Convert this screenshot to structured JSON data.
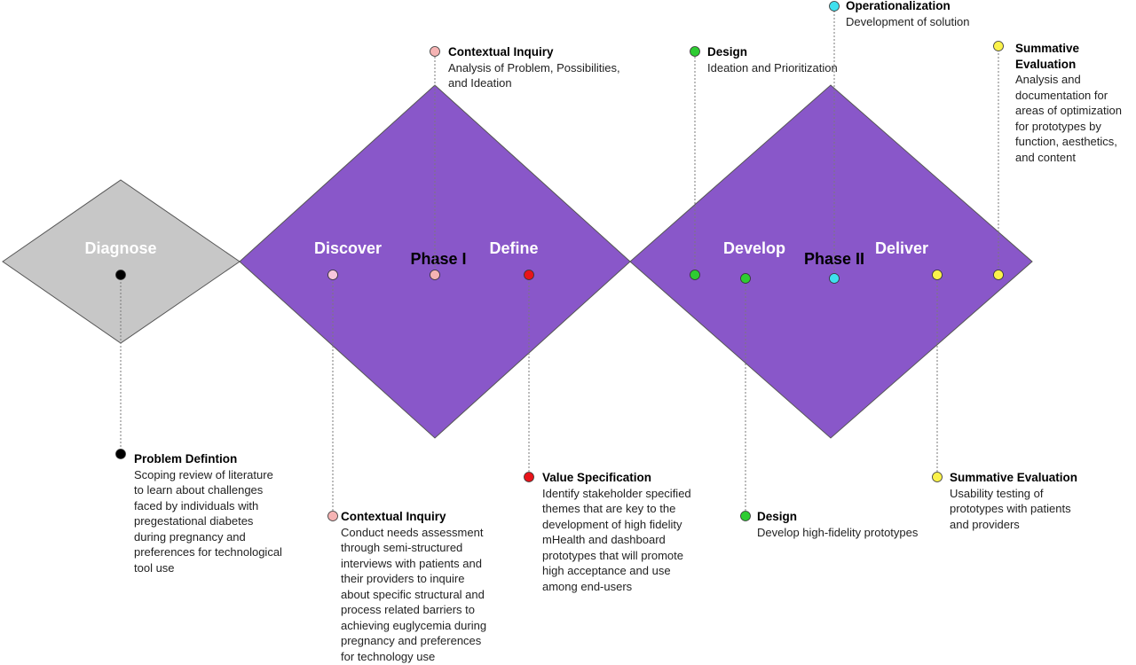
{
  "diamonds": {
    "diagnose": {
      "label": "Diagnose",
      "color": "#c7c7c7"
    },
    "phase1": {
      "discover_label": "Discover",
      "define_label": "Define",
      "phase_label": "Phase I",
      "color": "#8957c9"
    },
    "phase2": {
      "develop_label": "Develop",
      "deliver_label": "Deliver",
      "phase_label": "Phase II",
      "color": "#8957c9"
    }
  },
  "colors": {
    "black": "#000000",
    "pink": "#f5b3b3",
    "light_pink": "#f8c6dc",
    "red": "#e8141a",
    "green": "#2ecc32",
    "cyan": "#3fe0ee",
    "yellow": "#fbf24b",
    "connector": "#7a7a7a",
    "outline": "#555555"
  },
  "annotations": {
    "problem_definition": {
      "title": "Problem Defintion",
      "desc": "Scoping review of literature\nto learn about challenges\nfaced by individuals with\npregestational diabetes\nduring pregnancy and\npreferences for technological\ntool use"
    },
    "contextual_inquiry_discover": {
      "title": "Contextual Inquiry",
      "desc": "Conduct needs assessment\nthrough semi-structured\ninterviews with patients and\ntheir providers to inquire\nabout specific structural and\nprocess related barriers to\nachieving euglycemia during\npregnancy and preferences\nfor technology use"
    },
    "contextual_inquiry_phase1": {
      "title": "Contextual Inquiry",
      "desc": "Analysis of Problem, Possibilities,\nand Ideation"
    },
    "value_specification": {
      "title": "Value Specification",
      "desc": "Identify stakeholder specified\nthemes that are key to the\ndevelopment of high fidelity\nmHealth and dashboard\nprototypes that will promote\nhigh acceptance and use\namong end-users"
    },
    "design_top": {
      "title": "Design",
      "desc": "Ideation and Prioritization"
    },
    "design_bottom": {
      "title": "Design",
      "desc": "Develop high-fidelity prototypes"
    },
    "operationalization": {
      "title": "Operationalization",
      "desc": "Development of solution"
    },
    "summative_eval_top": {
      "title": "Summative\nEvaluation",
      "desc": "Analysis and\ndocumentation for\nareas of optimization\nfor prototypes by\nfunction, aesthetics,\nand content"
    },
    "summative_eval_bottom": {
      "title": "Summative Evaluation",
      "desc": "Usability testing of\nprototypes with patients\nand providers"
    }
  }
}
